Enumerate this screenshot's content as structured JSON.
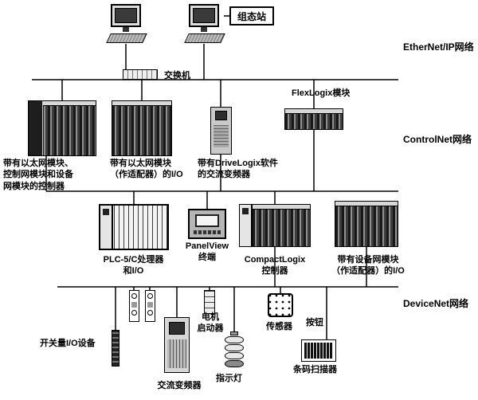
{
  "networks": {
    "ethernet": "EtherNet/IP网络",
    "controlnet": "ControlNet网络",
    "devicenet": "DeviceNet网络"
  },
  "nodes": {
    "config_station": "组态站",
    "switch": "交换机",
    "flexlogix": "FlexLogix模块",
    "multi_module_controller": "带有以太网模块、\n控制网模块和设备\n网模块的控制器",
    "ethernet_adapter_io": "带有以太网模块\n（作适配器）的I/O",
    "drivelogix_drive": "带有DriveLogix软件\n的交流变频器",
    "plc5": "PLC-5/C处理器\n和I/O",
    "panelview": "PanelView\n终端",
    "compactlogix": "CompactLogix\n控制器",
    "devicenet_adapter_io": "带有设备网模块\n（作适配器）的I/O",
    "discrete_io": "开关量I/O设备",
    "ac_drive": "交流变频器",
    "motor_starter": "电机\n启动器",
    "indicator_light": "指示灯",
    "sensor": "传感器",
    "push_button": "按钮",
    "barcode_scanner": "条码扫描器"
  }
}
